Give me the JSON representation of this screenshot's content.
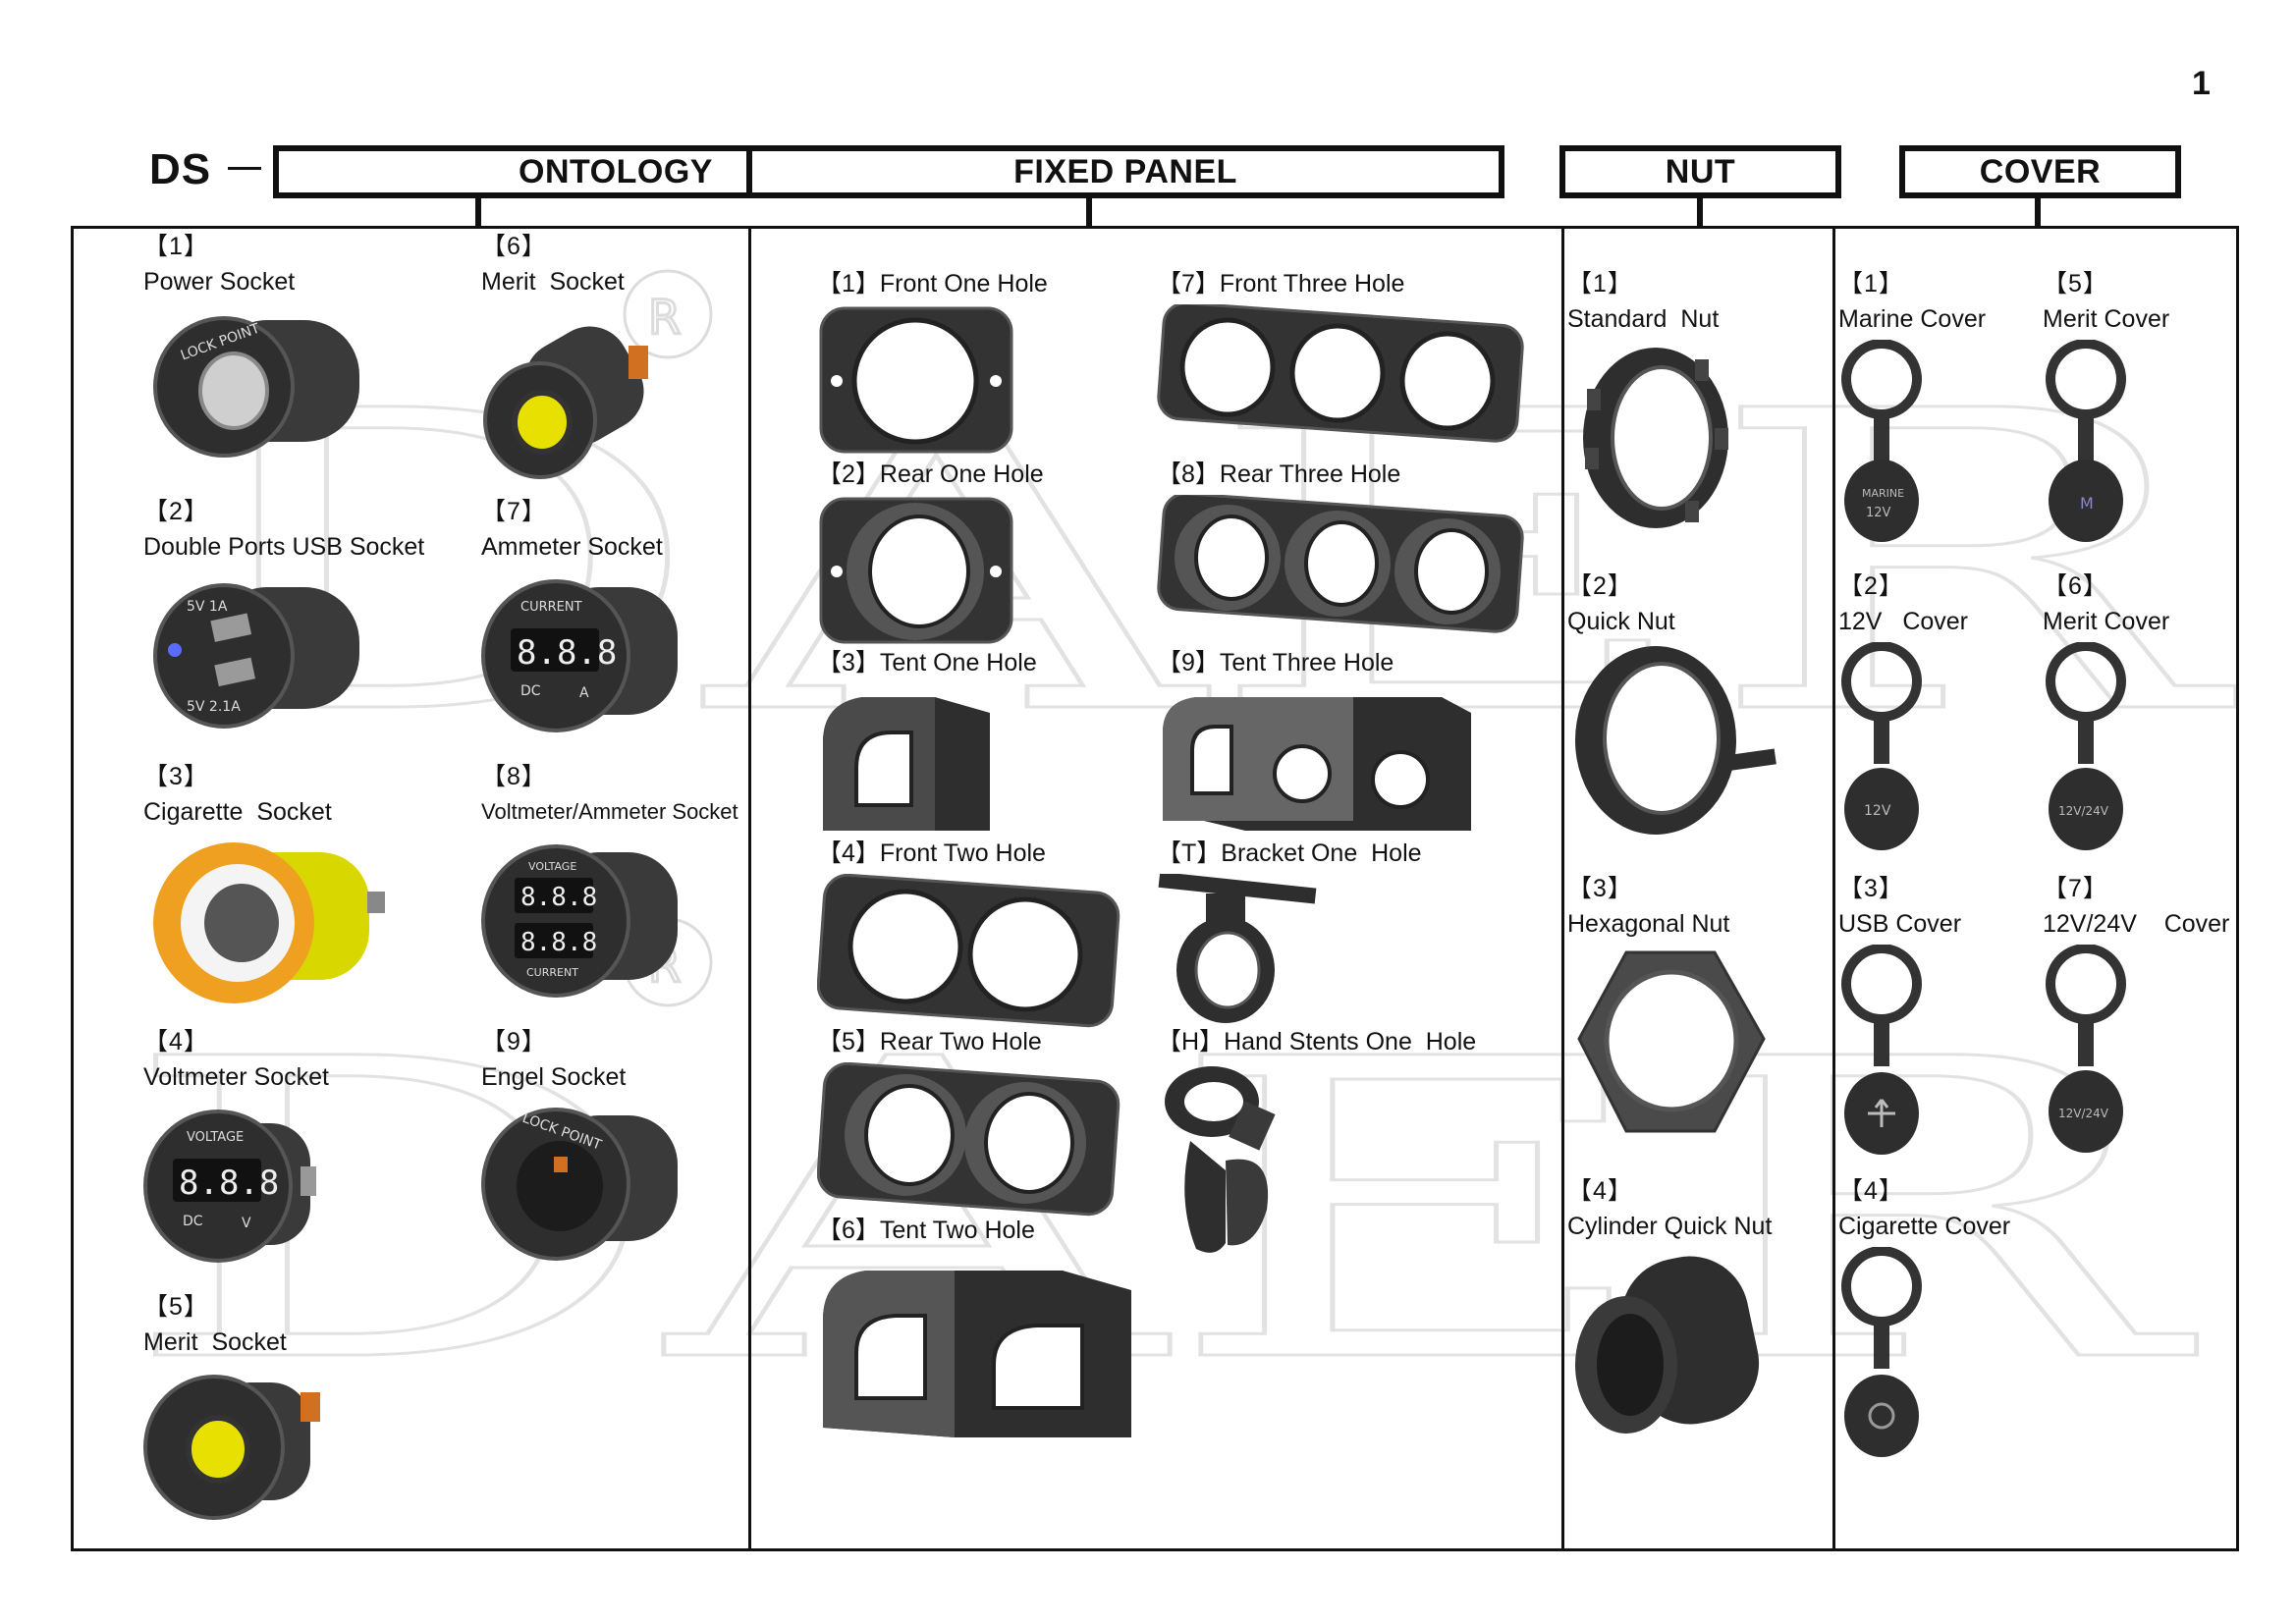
{
  "page_number": "1",
  "series_prefix": "DS",
  "sections": {
    "ontology": {
      "title": "ONTOLOGY",
      "items": [
        {
          "num": "【1】",
          "name": "Power Socket"
        },
        {
          "num": "【2】",
          "name": "Double Ports USB Socket"
        },
        {
          "num": "【3】",
          "name": "Cigarette  Socket"
        },
        {
          "num": "【4】",
          "name": "Voltmeter Socket"
        },
        {
          "num": "【5】",
          "name": "Merit  Socket"
        },
        {
          "num": "【6】",
          "name": "Merit  Socket"
        },
        {
          "num": "【7】",
          "name": "Ammeter Socket"
        },
        {
          "num": "【8】",
          "name": "Voltmeter/Ammeter Socket"
        },
        {
          "num": "【9】",
          "name": "Engel Socket"
        }
      ]
    },
    "fixed_panel": {
      "title": "FIXED PANEL",
      "items": [
        {
          "num": "【1】",
          "name": "Front One Hole"
        },
        {
          "num": "【2】",
          "name": "Rear One Hole"
        },
        {
          "num": "【3】",
          "name": "Tent One Hole"
        },
        {
          "num": "【4】",
          "name": "Front Two Hole"
        },
        {
          "num": "【5】",
          "name": "Rear Two Hole"
        },
        {
          "num": "【6】",
          "name": "Tent Two Hole"
        },
        {
          "num": "【7】",
          "name": "Front Three Hole"
        },
        {
          "num": "【8】",
          "name": "Rear Three Hole"
        },
        {
          "num": "【9】",
          "name": "Tent Three Hole"
        },
        {
          "num": "【T】",
          "name": "Bracket One  Hole"
        },
        {
          "num": "【H】",
          "name": "Hand Stents One  Hole"
        }
      ]
    },
    "nut": {
      "title": "NUT",
      "items": [
        {
          "num": "【1】",
          "name": "Standard  Nut"
        },
        {
          "num": "【2】",
          "name": "Quick Nut"
        },
        {
          "num": "【3】",
          "name": "Hexagonal Nut"
        },
        {
          "num": "【4】",
          "name": "Cylinder Quick Nut"
        }
      ]
    },
    "cover": {
      "title": "COVER",
      "items": [
        {
          "num": "【1】",
          "name": "Marine Cover"
        },
        {
          "num": "【2】",
          "name": "12V   Cover"
        },
        {
          "num": "【3】",
          "name": "USB Cover"
        },
        {
          "num": "【4】",
          "name": "Cigarette Cover"
        },
        {
          "num": "【5】",
          "name": "Merit Cover"
        },
        {
          "num": "【6】",
          "name": "Merit Cover"
        },
        {
          "num": "【7】",
          "name": "12V/24V    Cover"
        }
      ]
    }
  },
  "product_markings": {
    "lock_point": "LOCK POINT",
    "usb_5v_1a": "5V   1A",
    "usb_5v_21a": "5V   2.1A",
    "current": "CURRENT",
    "voltage": "VOLTAGE",
    "digits": "8.8.8",
    "dc": "DC",
    "unit_a": "A",
    "unit_v": "V",
    "marine": "MARINE",
    "v12": "12V",
    "v12_24": "12V/24V",
    "merit_m": "M"
  },
  "watermark": {
    "text": "DAER",
    "mark": "R"
  },
  "colors": {
    "ink": "#111111",
    "product_dark": "#2e2e2e",
    "product_mid": "#4a4a4a",
    "yellow": "#e8e000",
    "orange": "#f0a020",
    "led_blue": "#5a6cff"
  },
  "icons": [
    "power-socket-icon",
    "usb-socket-icon",
    "cigarette-socket-icon",
    "voltmeter-socket-icon",
    "merit-socket-icon",
    "ammeter-socket-icon",
    "voltmeter-ammeter-socket-icon",
    "engel-socket-icon",
    "panel-icon",
    "tent-panel-icon",
    "bracket-icon",
    "hand-stent-icon",
    "nut-icon",
    "cover-icon"
  ]
}
